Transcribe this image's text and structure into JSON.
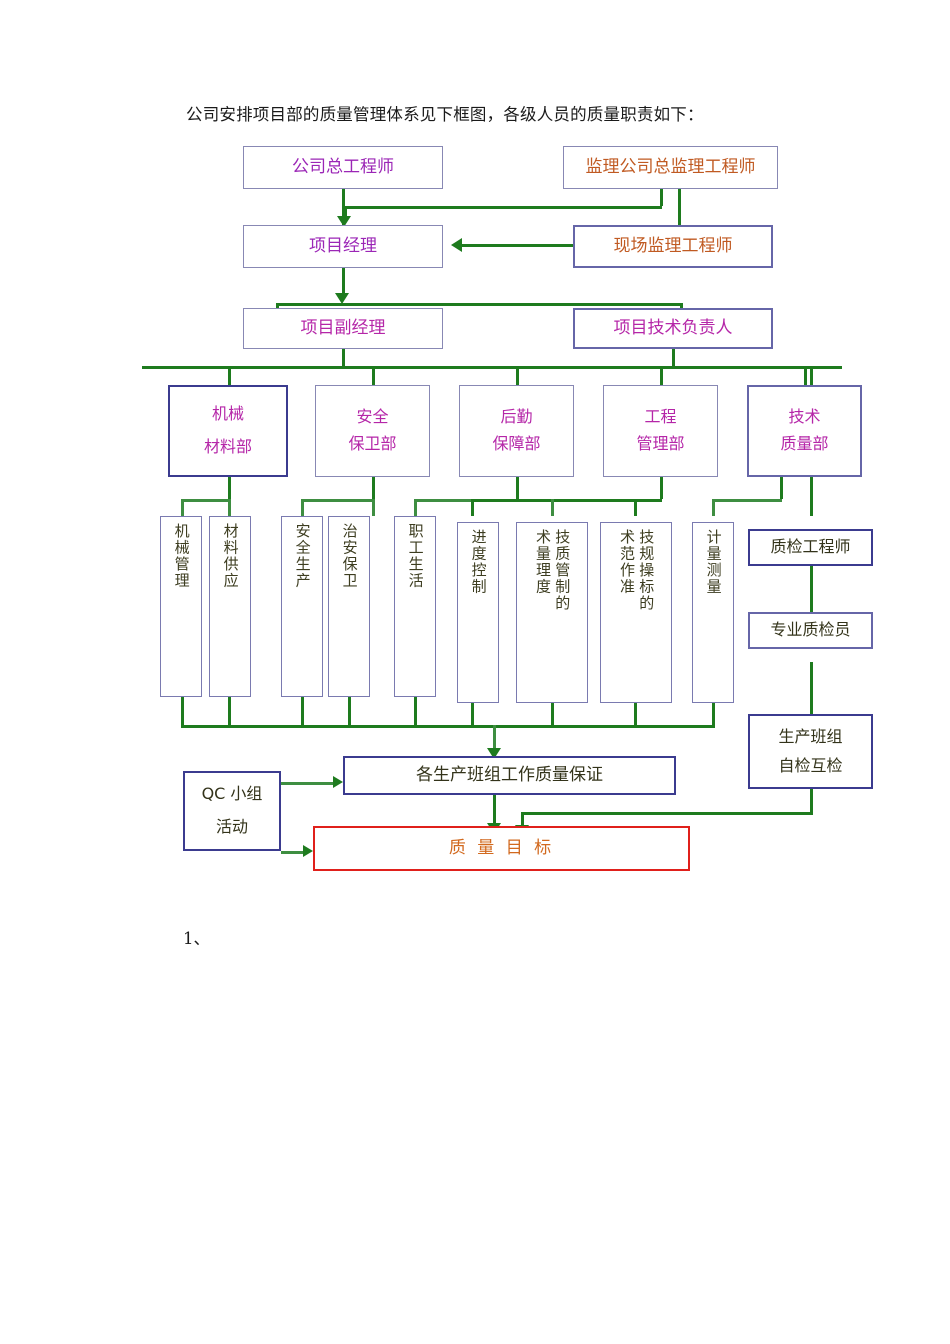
{
  "document": {
    "intro_text": "公司安排项目部的质量管理体系见下框图，各级人员的质量职责如下：",
    "footnote": "1、"
  },
  "colors": {
    "connector_green": "#1e7b1e",
    "box_border_blue": "#6666a8",
    "box_border_dark": "#3b3b8f",
    "goal_border_red": "#e0201b",
    "text_purple": "#9b26b6",
    "text_orange": "#c05a22",
    "text_olive": "#3d3d20"
  },
  "chart_data": {
    "type": "diagram",
    "title": "项目部质量管理体系框图",
    "nodes": [
      {
        "id": "chief_engineer",
        "label": "公司总工程师"
      },
      {
        "id": "supervision_chief",
        "label": "监理公司总监理工程师"
      },
      {
        "id": "project_manager",
        "label": "项目经理"
      },
      {
        "id": "site_supervisor",
        "label": "现场监理工程师"
      },
      {
        "id": "deputy_manager",
        "label": "项目副经理"
      },
      {
        "id": "tech_lead",
        "label": "项目技术负责人"
      }
    ]
  },
  "level1": {
    "chief_engineer": "公司总工程师",
    "supervision_chief": "监理公司总监理工程师"
  },
  "level2": {
    "project_manager": "项目经理",
    "site_supervisor": "现场监理工程师"
  },
  "level3": {
    "deputy_manager": "项目副经理",
    "tech_lead": "项目技术负责人"
  },
  "departments": [
    {
      "line1": "机械",
      "line2": "材料部"
    },
    {
      "line1": "安全",
      "line2": "保卫部"
    },
    {
      "line1": "后勤",
      "line2": "保障部"
    },
    {
      "line1": "工程",
      "line2": "管理部"
    },
    {
      "line1": "技术",
      "line2": "质量部"
    }
  ],
  "functions_left": [
    {
      "col_right": "机械管理",
      "col_left": ""
    },
    {
      "col_right": "材料供应",
      "col_left": ""
    },
    {
      "col_right": "安全生产",
      "col_left": ""
    },
    {
      "col_right": "治安保卫",
      "col_left": ""
    },
    {
      "col_right": "职工生活",
      "col_left": ""
    }
  ],
  "functions_right": [
    {
      "col_right": "进度控制",
      "col_left": ""
    },
    {
      "col_right": "技质管制的",
      "col_left": "术量理度"
    },
    {
      "col_right": "技规操标的",
      "col_left": "术范作准"
    },
    {
      "col_right": "计量测量",
      "col_left": ""
    }
  ],
  "quality_chain": {
    "qc_engineer": "质检工程师",
    "qc_inspector": "专业质检员",
    "team_line1": "生产班组",
    "team_line2": "自检互检"
  },
  "bottom": {
    "qc_group_line1": "QC 小组",
    "qc_group_line2": "活动",
    "team_guarantee": "各生产班组工作质量保证",
    "quality_goal": "质  量  目  标"
  }
}
